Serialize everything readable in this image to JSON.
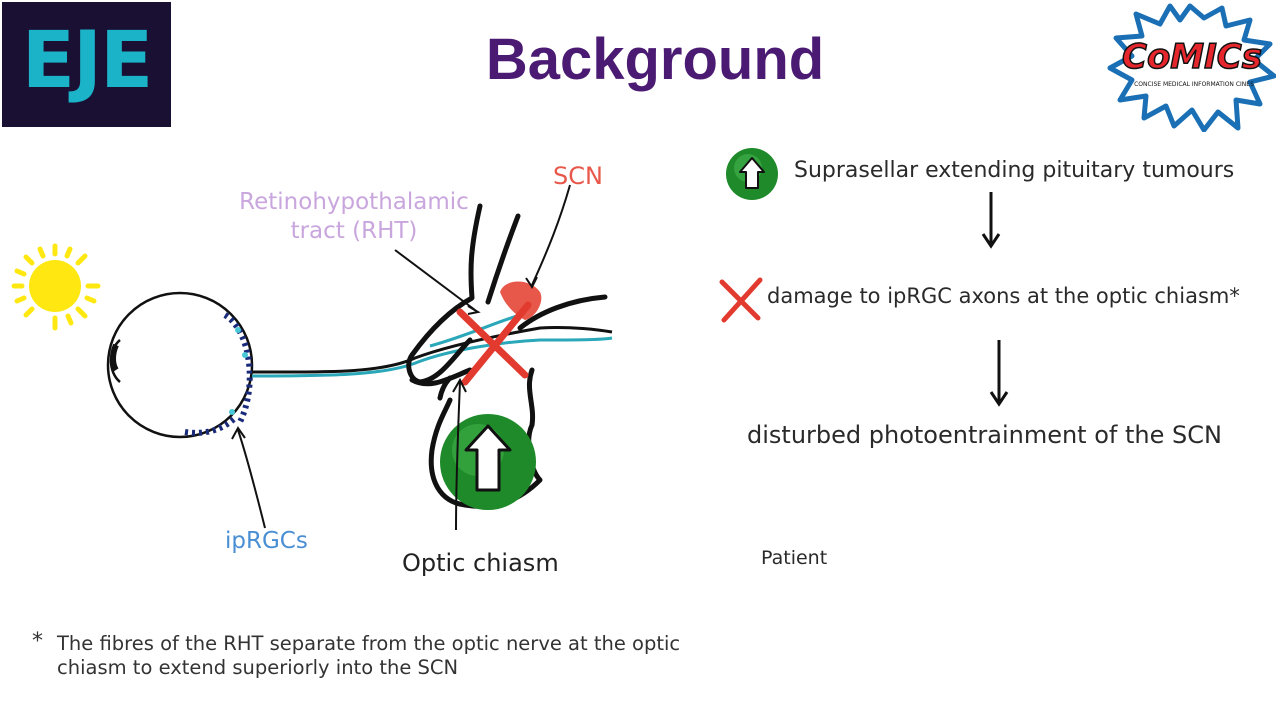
{
  "logos": {
    "eje": "EJE",
    "comics": "CoMICs",
    "comics_tagline": "CONCISE MEDICAL INFORMATION CINES"
  },
  "title": "Background",
  "diagram": {
    "label_rht": "Retinohypothalamic tract (RHT)",
    "label_scn": "SCN",
    "label_iprgcs": "ipRGCs",
    "label_optic_chiasm": "Optic chiasm"
  },
  "flow": {
    "step1": "Suprasellar extending pituitary tumours",
    "step2": "damage to ipRGC axons at the optic chiasm*",
    "step3": "disturbed photoentrainment of the SCN",
    "step4": "Patient"
  },
  "footnote": {
    "marker": "*",
    "line1": "The fibres of the RHT separate from the optic nerve at the optic",
    "line2": "chiasm to extend superiorly into the SCN"
  },
  "colors": {
    "title": "#4b1a72",
    "eje_bg": "#1a1033",
    "eje_text": "#1bb3c8",
    "rht_label": "#c9a6dd",
    "scn": "#e8584a",
    "iprgc_blue": "#4a8fd4",
    "nerve_cyan": "#2aa7b8",
    "cross_red": "#e23a2e",
    "arrow_green": "#1f8a2a",
    "sun_yellow": "#ffe812"
  },
  "icons": {
    "sun": "sun-icon",
    "eye": "eye-icon",
    "up_arrow": "green-up-arrow-icon",
    "cross": "red-cross-icon",
    "down_arrow": "down-arrow-icon"
  }
}
